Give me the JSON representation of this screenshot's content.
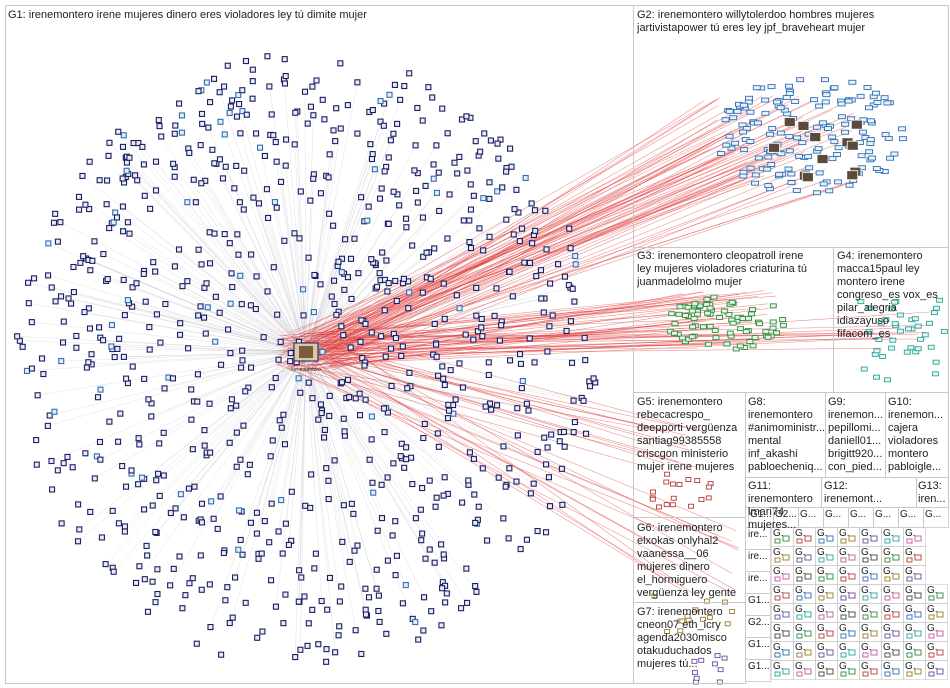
{
  "title": "",
  "colors": {
    "edge_gray": "#b9b9c4",
    "edge_red": "#e23b3b",
    "node_navy": "#1b1f5e",
    "node_blue": "#2f6fb3",
    "node_green": "#2e8b3a",
    "node_teal": "#2aa39a",
    "frame": "#c8c8c8"
  },
  "hub_node": {
    "label": "irenemontero"
  },
  "groups": [
    {
      "id": "G1",
      "text": "G1: irenemontero irene mujeres dinero eres violadores ley tú dimite mujer"
    },
    {
      "id": "G2",
      "text": "G2: irenemontero willytolerdoo hombres mujeres\njartivistapower tú eres ley jpf_braveheart mujer"
    },
    {
      "id": "G3",
      "text": "G3: irenemontero cleopatroll irene\nley mujeres violadores criaturina tú\njuanmadelolmo mujer"
    },
    {
      "id": "G4",
      "text": "G4: irenemontero\nmacca15paul ley\nmontero irene\ncongreso_es vox_es\npilar_alegria\nidiazayuso\nfifacom_es"
    },
    {
      "id": "G5",
      "text": "G5: irenemontero\nrebecacrespo_\ndeepporti vergüenza\nsantiag99385558\ncriscgon ministerio\nmujer irene mujeres"
    },
    {
      "id": "G8",
      "text": "G8:\nirenemontero\n#animoministr...\nmental\ninf_akashi\npabloecheniq..."
    },
    {
      "id": "G9",
      "text": "G9:\nirenemon...\npepillomi...\ndaniell01...\nbrigitt920...\ncon_pied..."
    },
    {
      "id": "G10",
      "text": "G10:\nirenemon...\ncajera\nvioladores\nmontero\npabloigle..."
    },
    {
      "id": "G11",
      "text": "G11: irenemontero\nlmari74 mujeres..."
    },
    {
      "id": "G12",
      "text": "G12:\nirenemont..."
    },
    {
      "id": "G13",
      "text": "G13:\niren..."
    },
    {
      "id": "G6",
      "text": "G6: irenemontero\nelxokas onlyhal2\nvaanessa__06\nmujeres dinero\nel_hormiguero\nvergüenza ley gente"
    },
    {
      "id": "G7",
      "text": "G7: irenemontero\ncneon07 eth_icry\nagenda2030misco\notakuduchados\nmujeres tú..."
    }
  ],
  "small_groups": {
    "row1": [
      "G1...",
      "G2...",
      "G...",
      "G...",
      "G...",
      "G...",
      "G...",
      "G..."
    ],
    "stack": [
      "ire...",
      "ire...",
      "ire...",
      "G1...",
      "G2...",
      "G1...",
      "G1..."
    ],
    "grid_label": "G."
  }
}
